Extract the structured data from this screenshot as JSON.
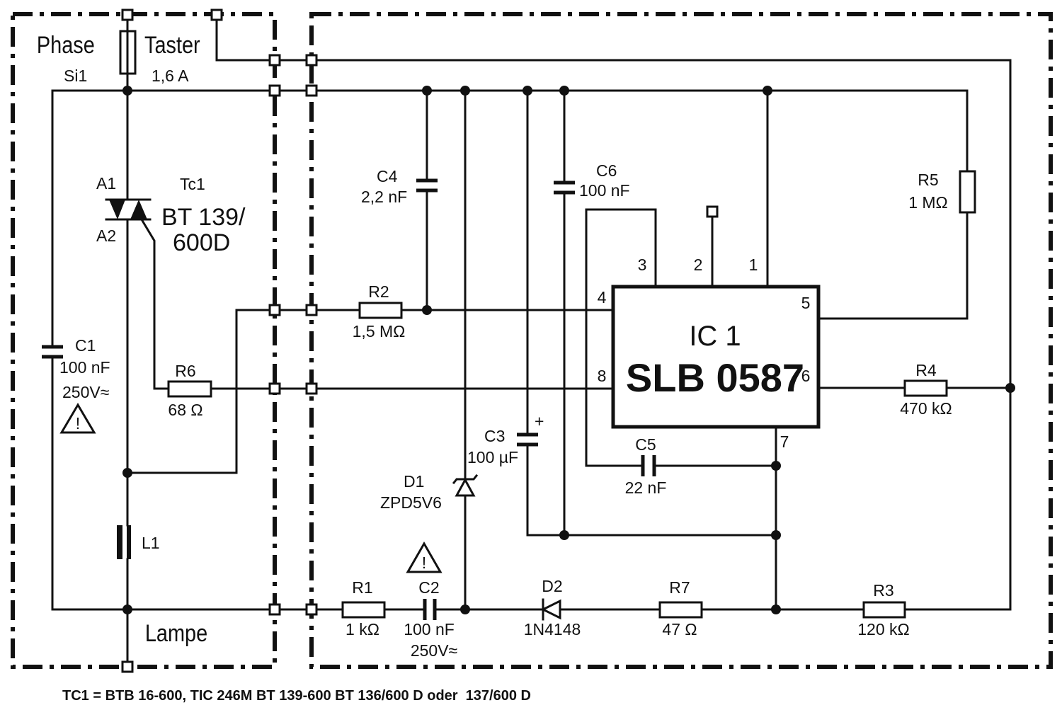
{
  "labels": {
    "phase": "Phase",
    "taster": "Taster",
    "si1": "Si1",
    "fuse_rating": "1,6 A",
    "lampe": "Lampe"
  },
  "triac": {
    "a1": "A1",
    "a2": "A2",
    "ref": "Tc1",
    "type_line1": "BT 139/",
    "type_line2": "600D"
  },
  "components": {
    "c1": {
      "ref": "C1",
      "value": "100 nF",
      "rating": "250V≈"
    },
    "c2": {
      "ref": "C2",
      "value": "100 nF",
      "rating": "250V≈"
    },
    "c3": {
      "ref": "C3",
      "value": "100 µF",
      "polarity": "+"
    },
    "c4": {
      "ref": "C4",
      "value": "2,2 nF"
    },
    "c5": {
      "ref": "C5",
      "value": "22 nF"
    },
    "c6": {
      "ref": "C6",
      "value": "100 nF"
    },
    "r1": {
      "ref": "R1",
      "value": "1 kΩ"
    },
    "r2": {
      "ref": "R2",
      "value": "1,5 MΩ"
    },
    "r3": {
      "ref": "R3",
      "value": "120 kΩ"
    },
    "r4": {
      "ref": "R4",
      "value": "470 kΩ"
    },
    "r5": {
      "ref": "R5",
      "value": "1 MΩ"
    },
    "r6": {
      "ref": "R6",
      "value": "68 Ω"
    },
    "r7": {
      "ref": "R7",
      "value": "47 Ω"
    },
    "d1": {
      "ref": "D1",
      "value": "ZPD5V6"
    },
    "d2": {
      "ref": "D2",
      "value": "1N4148"
    },
    "l1": {
      "ref": "L1"
    }
  },
  "ic": {
    "ref": "IC 1",
    "name": "SLB 0587",
    "pins": {
      "p1": "1",
      "p2": "2",
      "p3": "3",
      "p4": "4",
      "p5": "5",
      "p6": "6",
      "p7": "7",
      "p8": "8"
    }
  },
  "warning_symbol": "!",
  "footnote": "TC1 = BTB 16-600, TIC 246M BT 139-600 BT 136/600 D oder  137/600 D"
}
